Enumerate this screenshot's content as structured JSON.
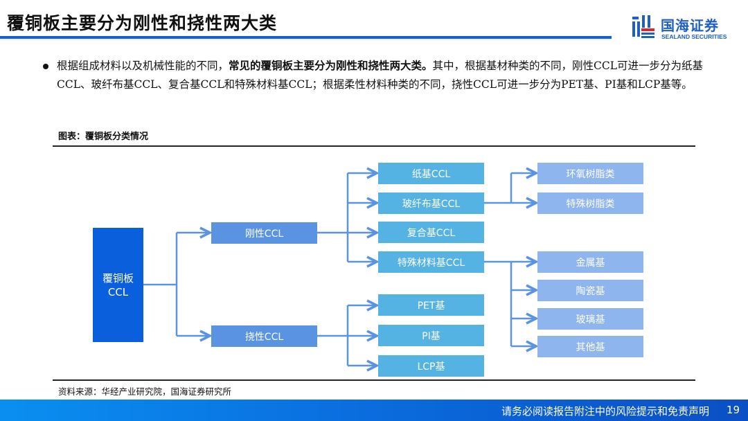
{
  "header": {
    "title": "覆铜板主要分为刚性和挠性两大类",
    "logo": {
      "name_cn": "国海证券",
      "name_en": "SEALAND SECURITIES",
      "icon": "sealand-logo-icon"
    },
    "accent_color": "#1560cf"
  },
  "body": {
    "bullet": {
      "text_before": "根据组成材料以及机械性能的不同，",
      "text_bold": "常见的覆铜板主要分为刚性和挠性两大类。",
      "text_after": "其中，根据基材种类的不同，刚性CCL可进一步分为纸基CCL、玻纤布基CCL、复合基CCL和特殊材料基CCL；根据柔性材料种类的不同，挠性CCL可进一步分为PET基、PI基和LCP基等。"
    },
    "figure_label": "图表：覆铜板分类情况",
    "source": "资料来源：华经产业研究院，国海证券研究所"
  },
  "diagram": {
    "root": {
      "line1": "覆铜板",
      "line2": "CCL"
    },
    "level1": [
      {
        "id": "rigid",
        "label": "刚性CCL"
      },
      {
        "id": "flex",
        "label": "挠性CCL"
      }
    ],
    "rigid_children": [
      {
        "id": "paper",
        "label": "纸基CCL"
      },
      {
        "id": "glass",
        "label": "玻纤布基CCL"
      },
      {
        "id": "composite",
        "label": "复合基CCL"
      },
      {
        "id": "special",
        "label": "特殊材料基CCL"
      }
    ],
    "flex_children": [
      {
        "id": "pet",
        "label": "PET基"
      },
      {
        "id": "pi",
        "label": "PI基"
      },
      {
        "id": "lcp",
        "label": "LCP基"
      }
    ],
    "glass_children": [
      {
        "id": "epoxy",
        "label": "环氧树脂类"
      },
      {
        "id": "special-resin",
        "label": "特殊树脂类"
      }
    ],
    "special_children": [
      {
        "id": "metal",
        "label": "金属基"
      },
      {
        "id": "ceramic",
        "label": "陶瓷基"
      },
      {
        "id": "glass-base",
        "label": "玻璃基"
      },
      {
        "id": "other",
        "label": "其他基"
      }
    ],
    "colors": {
      "root": "#0a5fdc",
      "level1": "#5b93e3",
      "level2": "#55b3e3",
      "level3": "#8fb5ef",
      "connector": "#5b93e3"
    }
  },
  "footer": {
    "disclaimer": "请务必阅读报告附注中的风险提示和免责声明",
    "page_number": "19"
  }
}
